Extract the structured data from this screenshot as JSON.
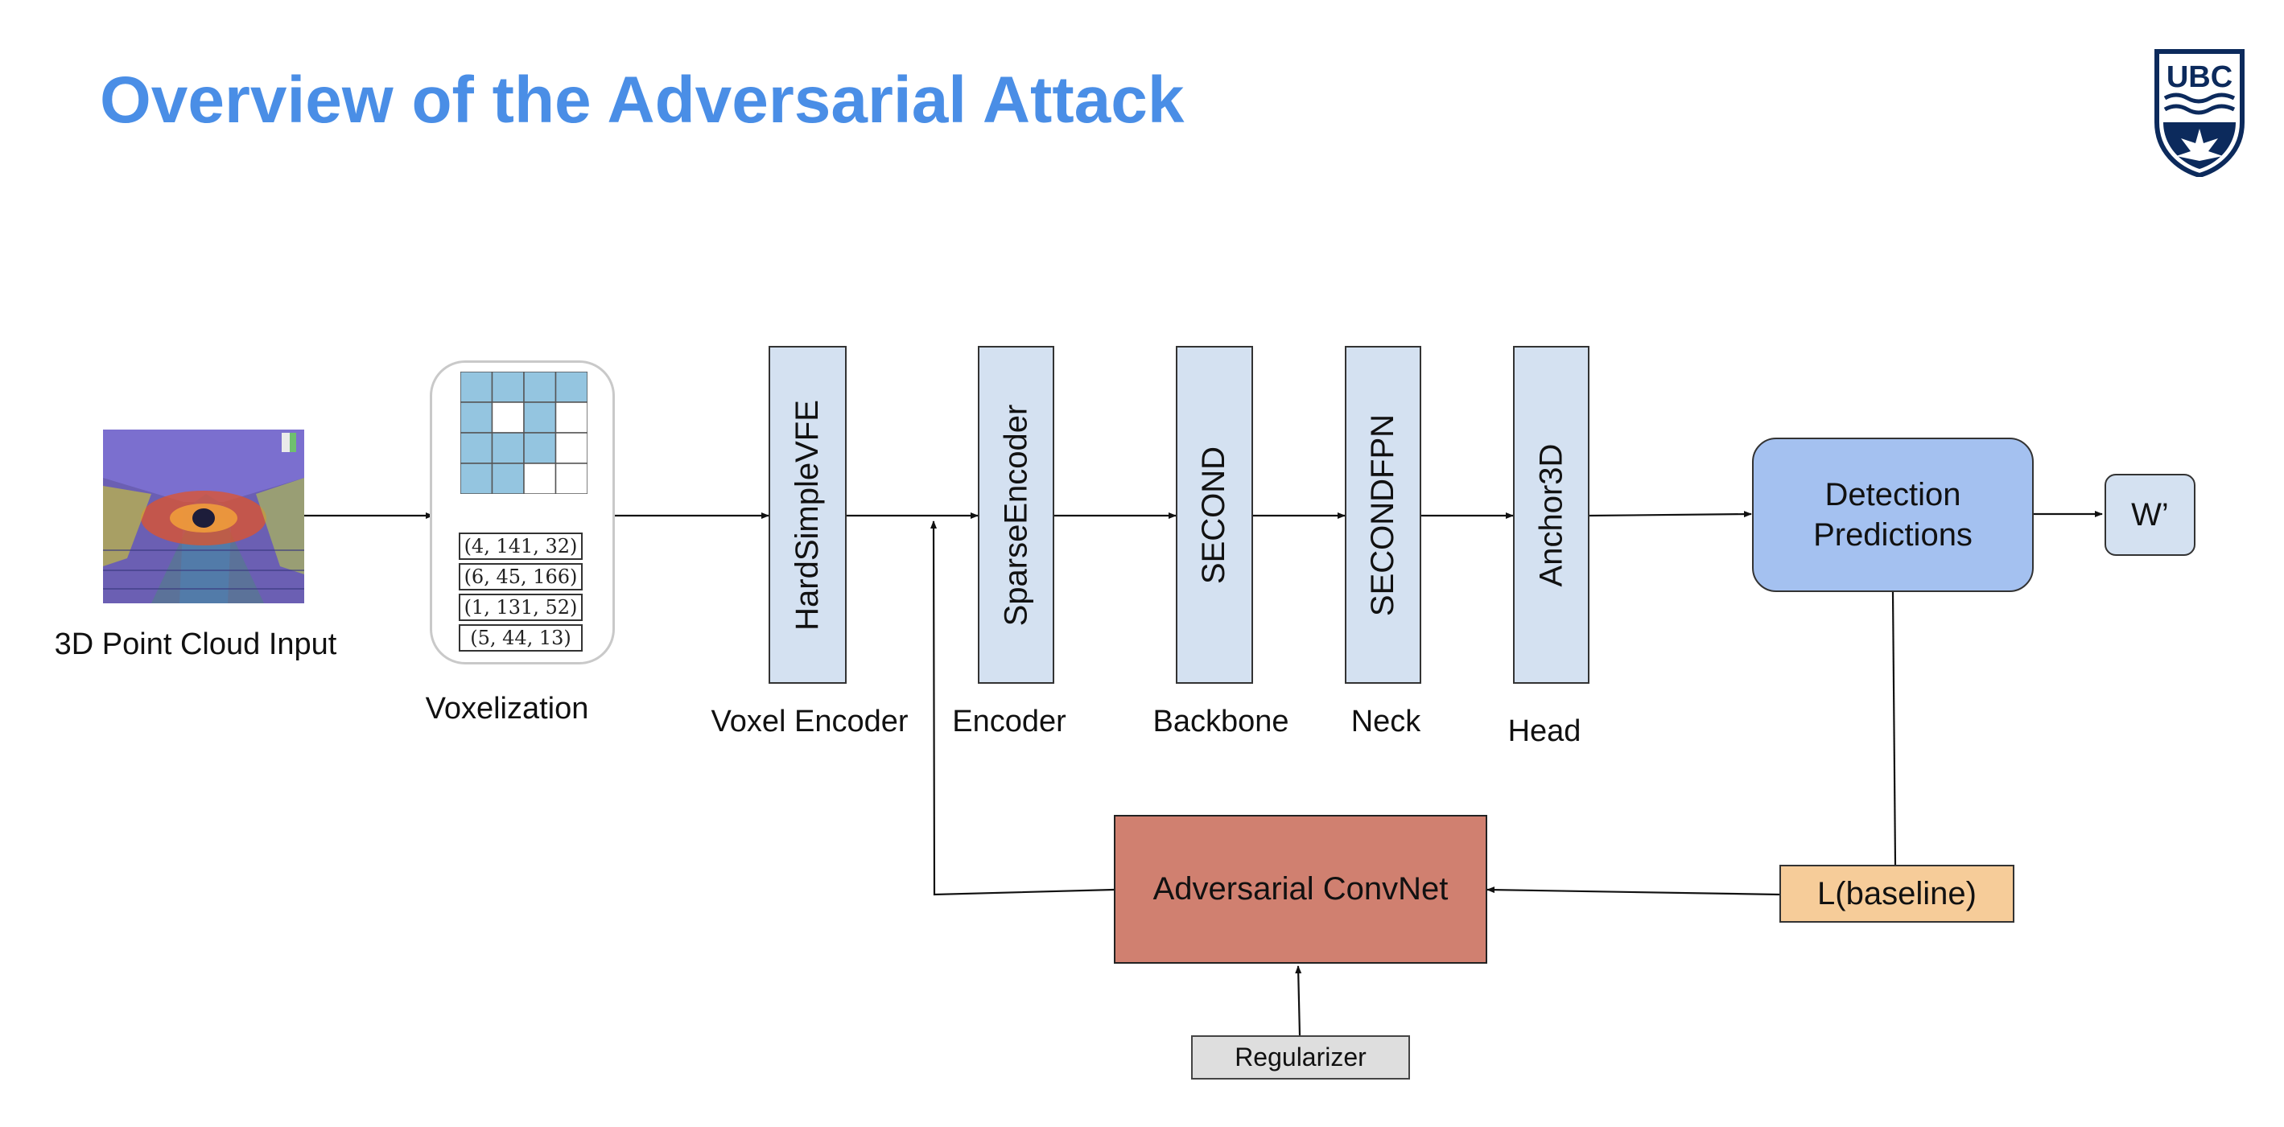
{
  "slide": {
    "title": "Overview of the Adversarial Attack"
  },
  "logo": {
    "text": "UBC",
    "icon": "ubc-crest-icon"
  },
  "input": {
    "label": "3D Point Cloud Input",
    "icon": "point-cloud-image"
  },
  "voxelization": {
    "label": "Voxelization",
    "tuples": [
      "(4, 141, 32)",
      "(6, 45, 166)",
      "(1, 131, 52)",
      "(5, 44, 13)"
    ],
    "grid_fill_color": "#94c5e0"
  },
  "pipeline": [
    {
      "name": "HardSimpleVFE",
      "stage": "Voxel Encoder"
    },
    {
      "name": "SparseEncoder",
      "stage": "Encoder"
    },
    {
      "name": "SECOND",
      "stage": "Backbone"
    },
    {
      "name": "SECONDFPN",
      "stage": "Neck"
    },
    {
      "name": "Anchor3D",
      "stage": "Head"
    }
  ],
  "detection": {
    "line1": "Detection",
    "line2": "Predictions"
  },
  "output": {
    "label": "W’"
  },
  "adversarial": {
    "label": "Adversarial ConvNet"
  },
  "loss": {
    "label": "L(baseline)"
  },
  "regularizer": {
    "label": "Regularizer"
  },
  "colors": {
    "title": "#4a8ee6",
    "module_fill": "#d4e1f1",
    "detection_fill": "#a4c1f0",
    "adversarial_fill": "#d08070",
    "loss_fill": "#f6cc99",
    "regularizer_fill": "#dedede",
    "logo": "#0c2a5c"
  }
}
